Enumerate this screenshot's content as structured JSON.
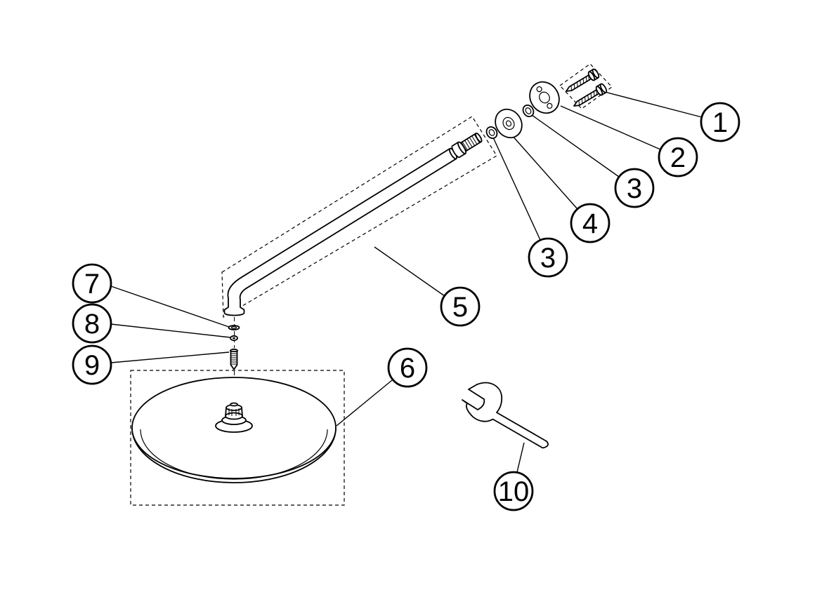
{
  "diagram": {
    "background": "#ffffff",
    "line_color": "#000000",
    "callouts": [
      {
        "label": "1",
        "part": "mounting-screws"
      },
      {
        "label": "2",
        "part": "wall-escutcheon"
      },
      {
        "label": "3",
        "part": "o-ring-upper"
      },
      {
        "label": "4",
        "part": "flange-nut"
      },
      {
        "label": "3",
        "part": "o-ring-lower"
      },
      {
        "label": "5",
        "part": "shower-arm"
      },
      {
        "label": "6",
        "part": "shower-head"
      },
      {
        "label": "7",
        "part": "washer"
      },
      {
        "label": "8",
        "part": "gasket"
      },
      {
        "label": "9",
        "part": "screw"
      },
      {
        "label": "10",
        "part": "wrench"
      }
    ]
  }
}
